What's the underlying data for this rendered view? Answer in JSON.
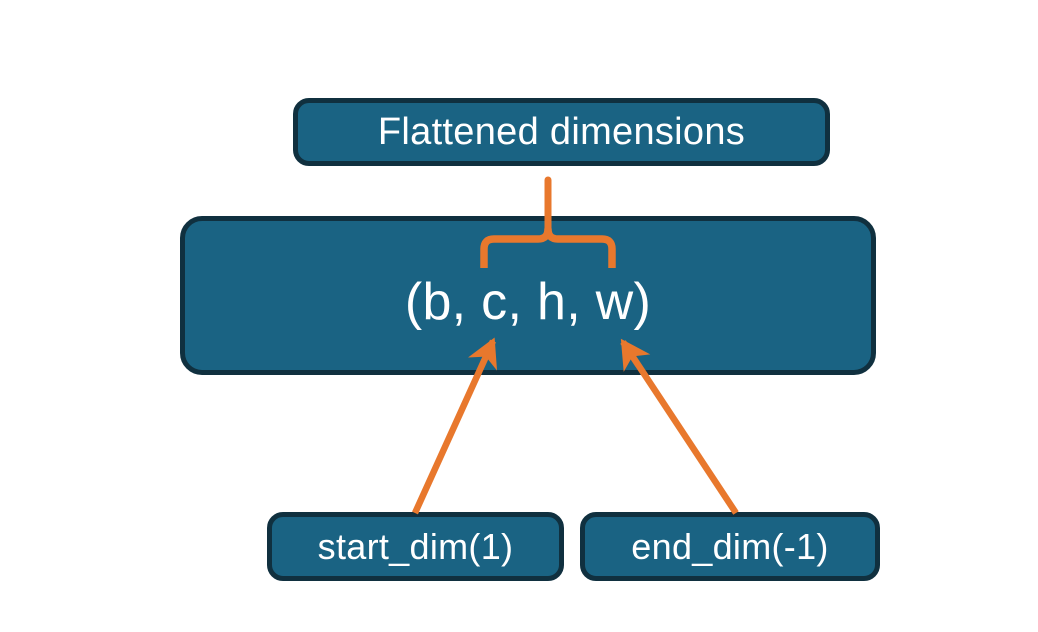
{
  "diagram": {
    "title_node": {
      "label": "Flattened dimensions"
    },
    "shape_node": {
      "label": "(b, c, h, w)"
    },
    "start_node": {
      "label": "start_dim(1)"
    },
    "end_node": {
      "label": "end_dim(-1)"
    },
    "colors": {
      "node_fill": "#1a6383",
      "node_border": "#10303f",
      "node_text": "#ffffff",
      "accent": "#e8782d",
      "background": "#ffffff"
    },
    "connectors": [
      {
        "name": "brace-to-flattened",
        "kind": "curly-brace",
        "from": "shape_node",
        "to": "title_node"
      },
      {
        "name": "start-dim-arrow",
        "kind": "arrow",
        "from": "start_node",
        "to": "shape_node"
      },
      {
        "name": "end-dim-arrow",
        "kind": "arrow",
        "from": "end_node",
        "to": "shape_node"
      }
    ]
  }
}
